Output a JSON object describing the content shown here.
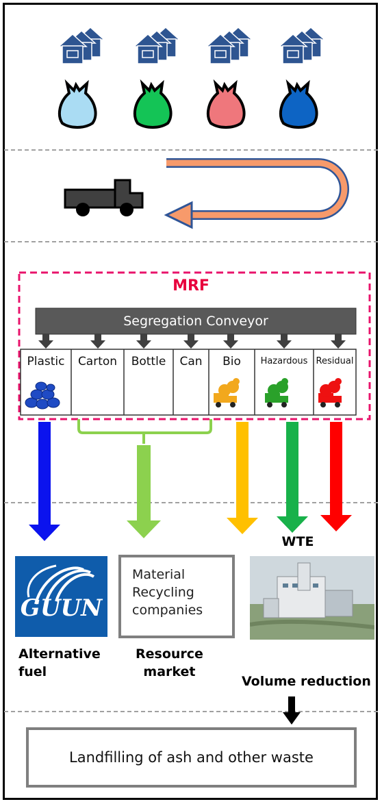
{
  "mrf": {
    "title": "MRF",
    "conveyor_label": "Segregation Conveyor",
    "categories": [
      "Plastic",
      "Carton",
      "Bottle",
      "Can",
      "Bio",
      "Hazardous",
      "Residual"
    ]
  },
  "destinations": {
    "wte_label": "WTE",
    "material_recycling": "Material\nRecycling\ncompanies",
    "guun_logo_text": "GUUN",
    "alternative_fuel": "Alternative\nfuel",
    "resource_market": "Resource\nmarket",
    "volume_reduction": "Volume reduction"
  },
  "landfill": {
    "label": "Landfilling of ash and other waste"
  },
  "colors": {
    "house": "#2e5591",
    "bag_1": "#aadcf3",
    "bag_2": "#14c456",
    "bag_3": "#ef777c",
    "bag_4": "#0d64c4",
    "mrf_border": "#e8136b",
    "conveyor": "#595959",
    "arrow_plastic": "#0b13ee",
    "arrow_recycle": "#8cd14e",
    "arrow_bio": "#ffc000",
    "arrow_hazardous": "#18b14a",
    "arrow_residual": "#ff0000",
    "loop_arrow": "#f79a6b",
    "loop_outline": "#2f5597"
  }
}
